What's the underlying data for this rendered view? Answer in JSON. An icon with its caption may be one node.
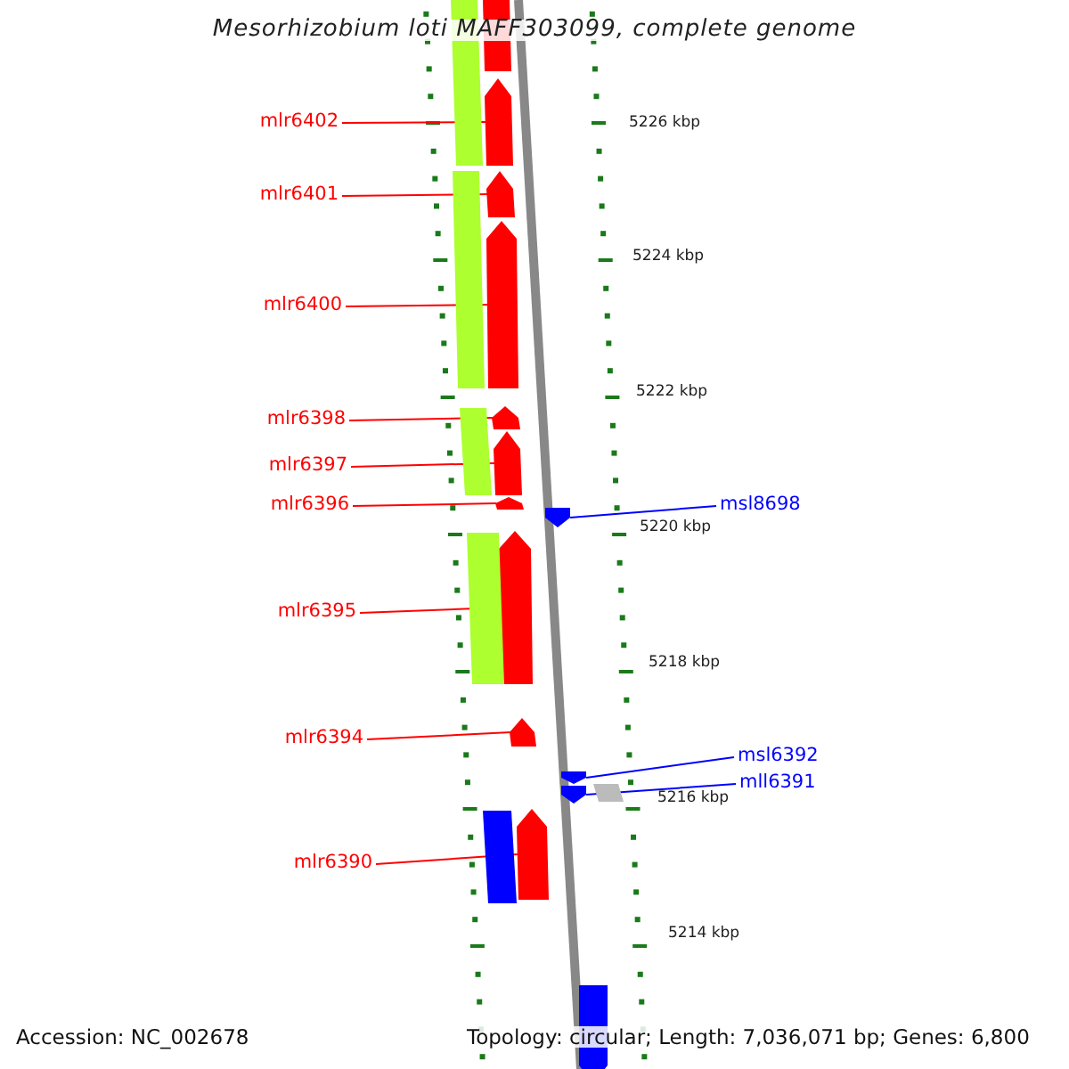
{
  "diagram": {
    "title": "Mesorhizobium loti MAFF303099, complete genome",
    "nodes": [
      {
        "text": [
          "mlr6402"
        ]
      },
      {
        "text": [],
        "shape": "arrow"
      },
      {
        "text": [
          "mlr6401"
        ]
      },
      {
        "text": [],
        "shape": "arrow"
      },
      {
        "text": [
          "mlr6400"
        ]
      },
      {
        "text": [],
        "shape": "arrow"
      },
      {
        "text": [
          "mlr6398"
        ]
      },
      {
        "text": [],
        "shape": "arrow"
      },
      {
        "text": [
          "mlr6397"
        ]
      },
      {
        "text": [],
        "shape": "arrow"
      },
      {
        "text": [
          "mlr6396"
        ]
      },
      {
        "text": [],
        "shape": "arrow"
      },
      {
        "text": [
          "msl8698"
        ]
      },
      {
        "text": [],
        "shape": "arrow"
      },
      {
        "text": [
          "mlr6395"
        ]
      },
      {
        "text": [],
        "shape": "arrow"
      },
      {
        "text": [
          "mlr6394"
        ]
      },
      {
        "text": [],
        "shape": "arrow"
      },
      {
        "text": [
          "msl6392"
        ]
      },
      {
        "text": [],
        "shape": "arrow"
      },
      {
        "text": [
          "mll6391"
        ]
      },
      {
        "text": [],
        "shape": "arrow"
      },
      {
        "text": [
          "mlr6390"
        ]
      },
      {
        "text": [],
        "shape": "arrow"
      },
      {
        "text": [],
        "shape": "bar"
      },
      {
        "text": [],
        "shape": "bar"
      },
      {
        "text": [],
        "shape": "bar"
      },
      {
        "text": [],
        "shape": "bar"
      },
      {
        "text": [],
        "shape": "arrow"
      },
      {
        "text": [],
        "shape": "bar"
      },
      {
        "text": [],
        "shape": "bar"
      },
      {
        "text": [],
        "shape": "arrow"
      }
    ],
    "edges": [
      {
        "from": 0,
        "to": 1,
        "arrow": "none"
      },
      {
        "from": 2,
        "to": 3,
        "arrow": "none"
      },
      {
        "from": 4,
        "to": 5,
        "arrow": "none"
      },
      {
        "from": 6,
        "to": 7,
        "arrow": "none"
      },
      {
        "from": 8,
        "to": 9,
        "arrow": "none"
      },
      {
        "from": 10,
        "to": 11,
        "arrow": "none"
      },
      {
        "from": 12,
        "to": 13,
        "arrow": "none",
        "color": "#0000ff"
      },
      {
        "from": 14,
        "to": 15,
        "arrow": "none"
      },
      {
        "from": 16,
        "to": 17,
        "arrow": "none"
      },
      {
        "from": 18,
        "to": 19,
        "arrow": "none",
        "color": "#0000ff"
      },
      {
        "from": 20,
        "to": 21,
        "arrow": "none",
        "color": "#0000ff"
      },
      {
        "from": 22,
        "to": 23,
        "arrow": "none"
      }
    ],
    "labels": [
      "5226 kbp",
      "5224 kbp",
      "5222 kbp",
      "5220 kbp",
      "5218 kbp",
      "5216 kbp",
      "5214 kbp",
      "Accession: NC_002678",
      "Topology: circular; Length: 7,036,071 bp; Genes: 6,800"
    ]
  }
}
